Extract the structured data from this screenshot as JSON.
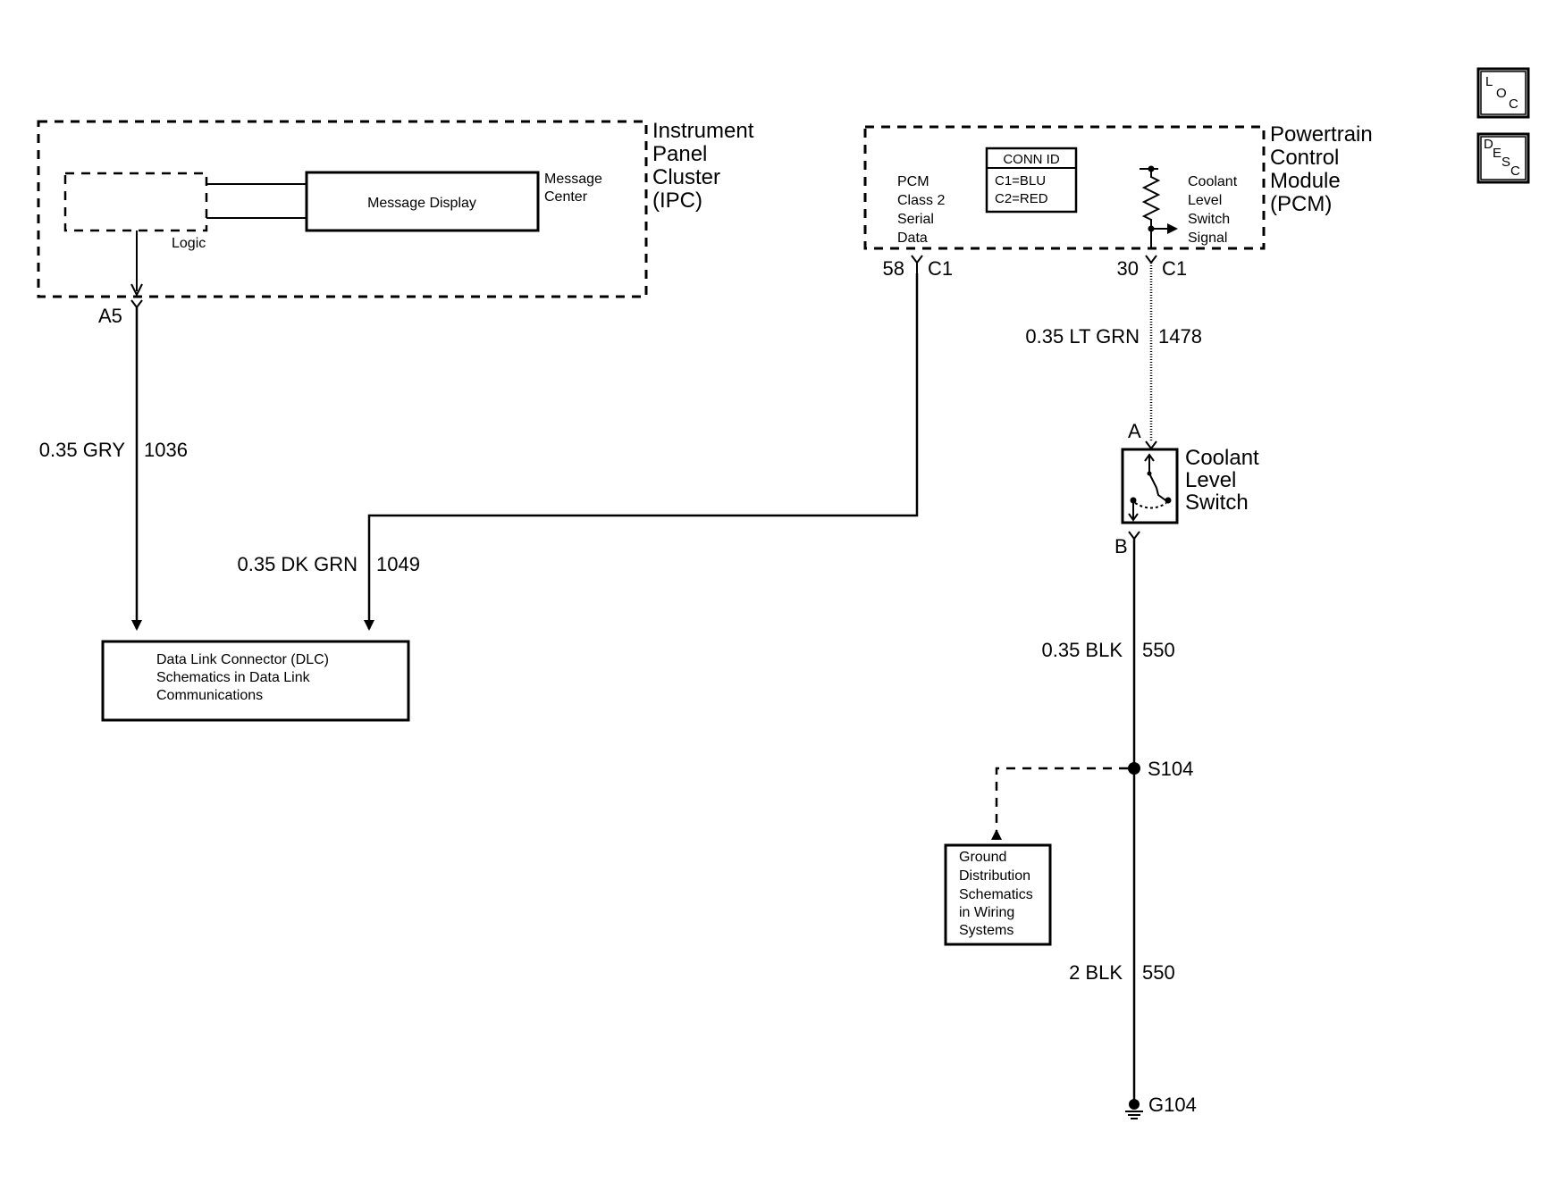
{
  "ipc": {
    "title_lines": [
      "Instrument",
      "Panel",
      "Cluster",
      "(IPC)"
    ],
    "message_display": "Message Display",
    "message_center_lines": [
      "Message",
      "Center"
    ],
    "logic": "Logic",
    "terminal": "A5"
  },
  "pcm": {
    "title_lines": [
      "Powertrain",
      "Control",
      "Module",
      "(PCM)"
    ],
    "serial_lines": [
      "PCM",
      "Class 2",
      "Serial",
      "Data"
    ],
    "conn_id": {
      "header": "CONN ID",
      "c1": "C1=BLU",
      "c2": "C2=RED"
    },
    "switch_signal_lines": [
      "Coolant",
      "Level",
      "Switch",
      "Signal"
    ],
    "pin_serial": "58",
    "pin_serial_conn": "C1",
    "pin_signal": "30",
    "pin_signal_conn": "C1"
  },
  "wires": {
    "gry": {
      "size": "0.35 GRY",
      "circuit": "1036"
    },
    "dkgrn": {
      "size": "0.35 DK GRN",
      "circuit": "1049"
    },
    "ltgrn": {
      "size": "0.35 LT GRN",
      "circuit": "1478"
    },
    "blk1": {
      "size": "0.35 BLK",
      "circuit": "550"
    },
    "blk2": {
      "size": "2 BLK",
      "circuit": "550"
    }
  },
  "dlc": {
    "lines": [
      "Data Link Connector (DLC)",
      "Schematics in Data Link",
      "Communications"
    ]
  },
  "coolant_switch": {
    "lines": [
      "Coolant",
      "Level",
      "Switch"
    ],
    "terminal_a": "A",
    "terminal_b": "B"
  },
  "splice": "S104",
  "ground_ref": {
    "lines": [
      "Ground",
      "Distribution",
      "Schematics",
      "in Wiring",
      "Systems"
    ]
  },
  "ground": "G104",
  "nav": {
    "loc": {
      "letters": [
        "L",
        "O",
        "C"
      ]
    },
    "desc": {
      "letters": [
        "D",
        "E",
        "S",
        "C"
      ]
    }
  }
}
